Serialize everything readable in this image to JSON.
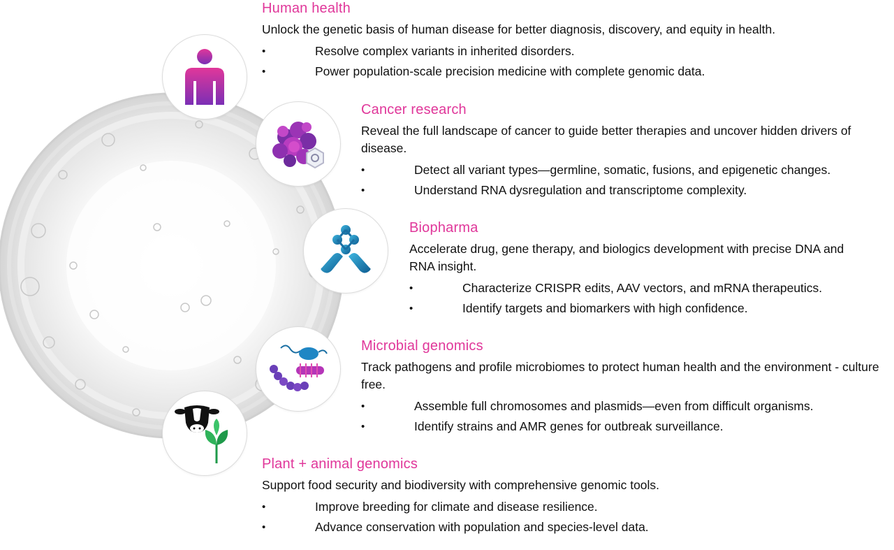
{
  "colors": {
    "accent": "#e0379a",
    "text": "#111111",
    "circle_border": "#dcdcdc"
  },
  "sections": [
    {
      "title": "Human health",
      "description": "Unlock the genetic basis of human disease for better diagnosis, discovery, and equity in health.",
      "bullets": [
        "Resolve complex variants in inherited disorders.",
        "Power population-scale precision medicine with complete genomic data."
      ],
      "icon": "person-icon"
    },
    {
      "title": "Cancer research",
      "description": "Reveal the full landscape of cancer to guide better therapies and uncover hidden drivers of disease.",
      "bullets": [
        "Detect all variant types—germline, somatic, fusions, and epigenetic changes.",
        "Understand RNA dysregulation and transcriptome complexity."
      ],
      "icon": "cancer-cell-icon"
    },
    {
      "title": "Biopharma",
      "description": "Accelerate drug, gene therapy, and biologics development with precise DNA and RNA insight.",
      "bullets": [
        "Characterize CRISPR edits, AAV vectors, and mRNA therapeutics.",
        "Identify targets and biomarkers with high confidence."
      ],
      "icon": "capsule-molecule-icon"
    },
    {
      "title": "Microbial genomics",
      "description": "Track pathogens and profile microbiomes to protect human health and the environment - culture free.",
      "bullets": [
        "Assemble full chromosomes and plasmids—even from difficult organisms.",
        "Identify strains and AMR genes for outbreak surveillance."
      ],
      "icon": "microbe-icon"
    },
    {
      "title": "Plant + animal genomics",
      "description": "Support food security and biodiversity with comprehensive genomic tools.",
      "bullets": [
        "Improve breeding for climate and disease resilience.",
        "Advance conservation with population and species-level data."
      ],
      "icon": "cow-plant-icon"
    }
  ]
}
